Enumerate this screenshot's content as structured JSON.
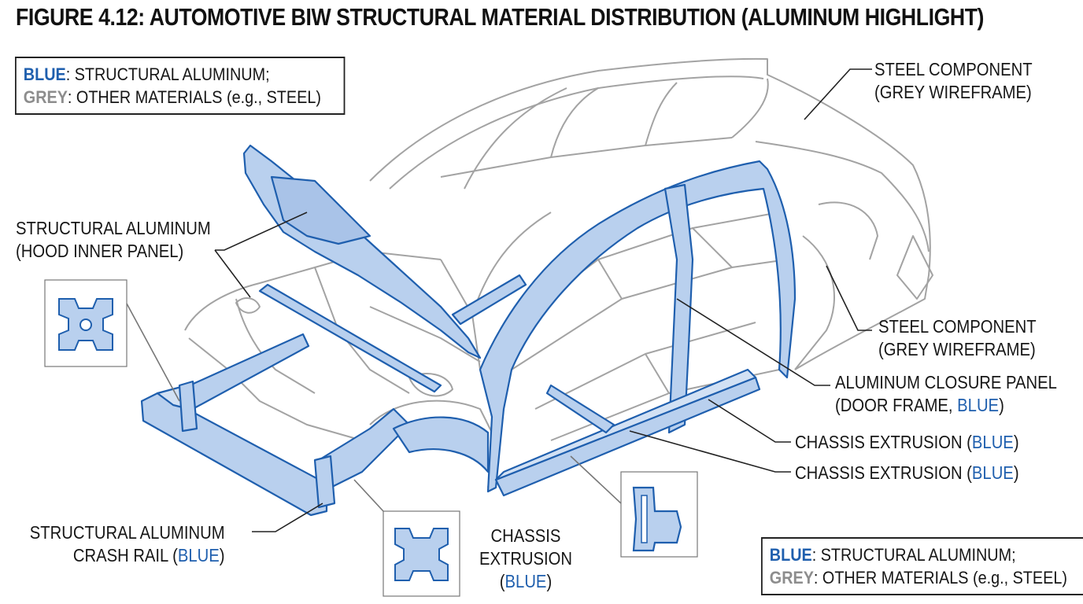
{
  "title": "FIGURE 4.12: AUTOMOTIVE BIW STRUCTURAL MATERIAL DISTRIBUTION (ALUMINUM HIGHLIGHT)",
  "legend_top": {
    "blue_key": "BLUE",
    "blue_text": ": STRUCTURAL ALUMINUM;",
    "grey_key": "GREY",
    "grey_text": ": OTHER MATERIALS (e.g., STEEL)"
  },
  "legend_bottom": {
    "blue_key": "BLUE",
    "blue_text": ": STRUCTURAL ALUMINUM;",
    "grey_key": "GREY",
    "grey_text": ": OTHER MATERIALS (e.g., STEEL)"
  },
  "labels": {
    "hood": {
      "line1": "STRUCTURAL ALUMINUM",
      "line2": "(HOOD INNER PANEL)"
    },
    "steel_roof": {
      "line1": "STEEL COMPONENT",
      "line2": "(GREY WIREFRAME)"
    },
    "steel_rear": {
      "line1": "STEEL COMPONENT",
      "line2": "(GREY WIREFRAME)"
    },
    "closure": {
      "line1": "ALUMINUM CLOSURE PANEL",
      "line2_prefix": "(DOOR FRAME, ",
      "line2_blue": "BLUE",
      "line2_suffix": ")"
    },
    "chassis_1": {
      "prefix": "CHASSIS EXTRUSION (",
      "blue": "BLUE",
      "suffix": ")"
    },
    "chassis_2": {
      "prefix": "CHASSIS EXTRUSION (",
      "blue": "BLUE",
      "suffix": ")"
    },
    "crash_rail": {
      "line1": "STRUCTURAL ALUMINUM",
      "line2_prefix": "CRASH RAIL (",
      "line2_blue": "BLUE",
      "line2_suffix": ")"
    },
    "chassis_bottom": {
      "line1": "CHASSIS",
      "line2": "EXTRUSION",
      "line3_prefix": "(",
      "line3_blue": "BLUE",
      "line3_suffix": ")"
    }
  },
  "colors": {
    "aluminum_fill": "#b9d0ee",
    "aluminum_stroke": "#1f5fae",
    "steel_stroke": "#9a9a9a",
    "leader": "#222222"
  }
}
